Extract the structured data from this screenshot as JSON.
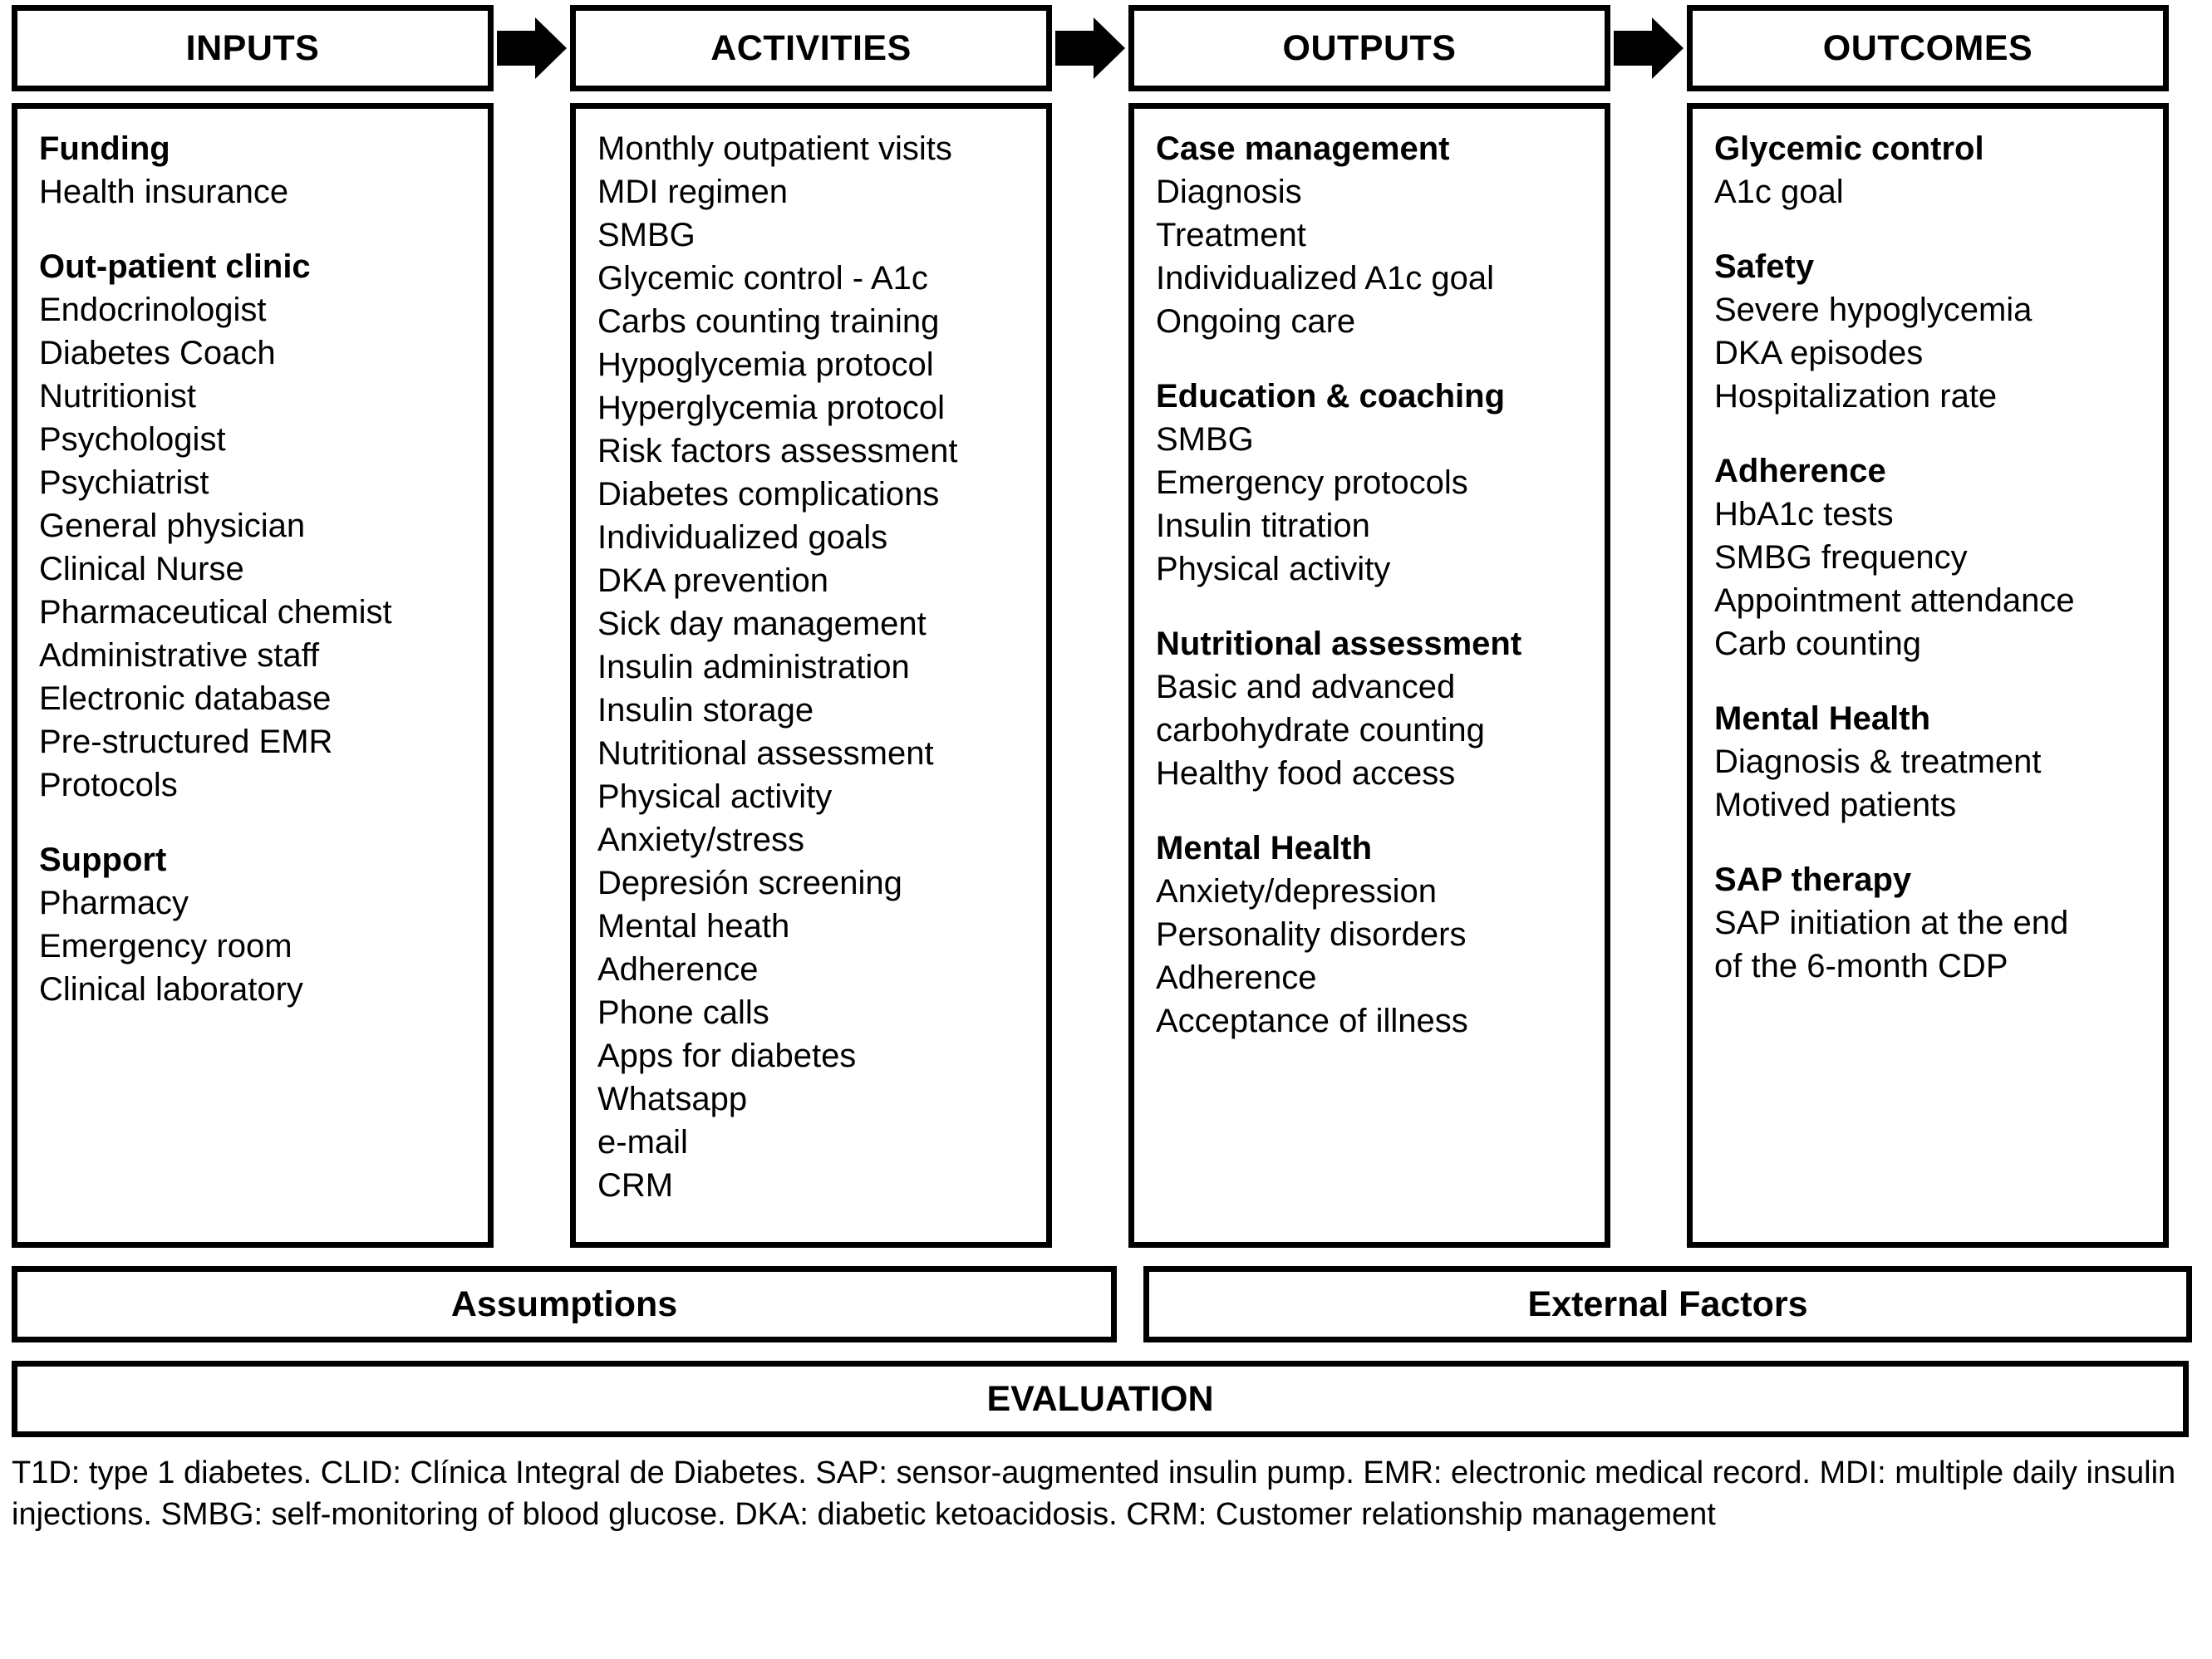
{
  "header": {
    "columns": [
      {
        "label": "INPUTS"
      },
      {
        "label": "ACTIVITIES"
      },
      {
        "label": "OUTPUTS"
      },
      {
        "label": "OUTCOMES"
      }
    ],
    "arrow_icon": "right-arrow-icon"
  },
  "columns": {
    "inputs": {
      "groups": [
        {
          "title": "Funding",
          "items": [
            "Health insurance"
          ]
        },
        {
          "title": "Out-patient clinic",
          "items": [
            "Endocrinologist",
            "Diabetes Coach",
            "Nutritionist",
            "Psychologist",
            "Psychiatrist",
            "General physician",
            "Clinical Nurse",
            "Pharmaceutical chemist",
            "Administrative staff",
            "Electronic database",
            "Pre-structured EMR",
            "Protocols"
          ]
        },
        {
          "title": "Support",
          "items": [
            "Pharmacy",
            "Emergency room",
            "Clinical laboratory"
          ]
        }
      ]
    },
    "activities": {
      "items": [
        "Monthly outpatient visits",
        "MDI regimen",
        "SMBG",
        "Glycemic control - A1c",
        "Carbs counting training",
        "Hypoglycemia protocol",
        "Hyperglycemia protocol",
        "Risk factors assessment",
        "Diabetes complications",
        "Individualized goals",
        "DKA prevention",
        "Sick day management",
        "Insulin administration",
        "Insulin storage",
        "Nutritional assessment",
        "Physical activity",
        "Anxiety/stress",
        "Depresión screening",
        "Mental heath",
        "Adherence",
        "Phone calls",
        "Apps for diabetes",
        "Whatsapp",
        "e-mail",
        "CRM"
      ]
    },
    "outputs": {
      "groups": [
        {
          "title": "Case management",
          "items": [
            "Diagnosis",
            "Treatment",
            "Individualized A1c goal",
            "Ongoing care"
          ]
        },
        {
          "title": "Education & coaching",
          "items": [
            "SMBG",
            "Emergency protocols",
            "Insulin titration",
            "Physical activity"
          ]
        },
        {
          "title": "Nutritional assessment",
          "items": [
            "Basic and advanced",
            "carbohydrate counting",
            "Healthy food access"
          ]
        },
        {
          "title": "Mental Health",
          "items": [
            "Anxiety/depression",
            "Personality disorders",
            "Adherence",
            "Acceptance of illness"
          ]
        }
      ]
    },
    "outcomes": {
      "groups": [
        {
          "title": "Glycemic control",
          "items": [
            "A1c goal"
          ]
        },
        {
          "title": "Safety",
          "items": [
            "Severe hypoglycemia",
            "DKA episodes",
            "Hospitalization rate"
          ]
        },
        {
          "title": "Adherence",
          "items": [
            "HbA1c tests",
            "SMBG frequency",
            "Appointment attendance",
            "Carb counting"
          ]
        },
        {
          "title": "Mental Health",
          "items": [
            "Diagnosis & treatment",
            "Motived patients"
          ]
        },
        {
          "title": "SAP therapy",
          "items": [
            "SAP initiation at the end",
            "of the 6-month CDP"
          ]
        }
      ]
    }
  },
  "bottom": {
    "assumptions_label": "Assumptions",
    "external_factors_label": "External Factors",
    "evaluation_label": "EVALUATION"
  },
  "footnote": {
    "text": "T1D: type 1 diabetes. CLID: Clínica Integral de Diabetes. SAP: sensor-augmented insulin pump. EMR: electronic medical record. MDI: multiple daily insulin injections. SMBG: self-monitoring of blood glucose. DKA: diabetic ketoacidosis. CRM: Customer relationship management"
  }
}
